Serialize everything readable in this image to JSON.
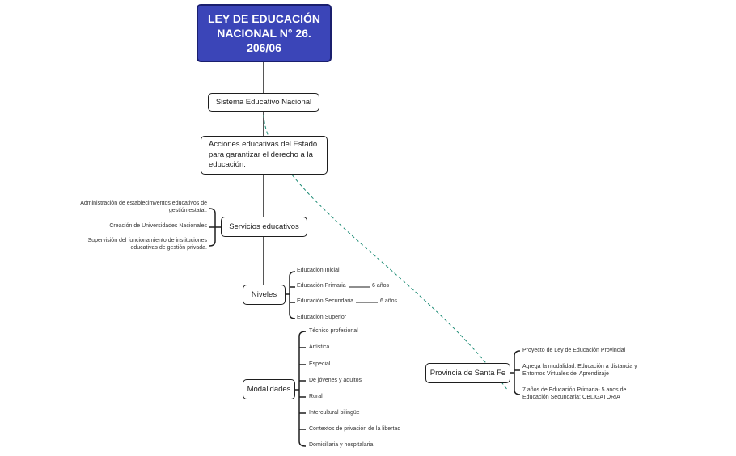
{
  "root": {
    "title": "LEY DE EDUCACIÓN NACIONAL N° 26. 206/06"
  },
  "sistema": {
    "label": "Sistema Educativo Nacional"
  },
  "acciones": {
    "label": "Acciones educativas del Estado para garantizar el derecho a la educación."
  },
  "servicios": {
    "label": "Servicios educativos",
    "items": [
      "Administración de establecimventos educativos de gestión estatal.",
      "Creación de Universidades Nacionales",
      "Supervisión del funcionamiento de instituciones educativas de gestión privada."
    ]
  },
  "niveles": {
    "label": "Niveles",
    "items": [
      "Educación Inicial",
      "Educación Primaria",
      "Educación Secundaria",
      "Educación Superior"
    ],
    "primaria_duracion": "6 años",
    "secundaria_duracion": "6 años"
  },
  "modalidades": {
    "label": "Modalidades",
    "items": [
      "Técnico profesional",
      "Artística",
      "Especial",
      "De jóvenes y adultos",
      "Rural",
      "Intercultural bilingüe",
      "Contextos de privación de la libertad",
      "Domiciliaria y hospitalaria"
    ]
  },
  "provincia": {
    "label": "Provincia de Santa Fe",
    "items": [
      "Proyecto de Ley de Educación Provincial",
      "Agrega la modalidad: Educación a distancia y Entornos Virtuales del Aprendizaje",
      "7 años de Educación Primaria- 5 anos de Educación Secundaria: OBLIGATORIA"
    ]
  },
  "colors": {
    "root_fill": "#3b45b8",
    "link_dashed": "#1a8a73",
    "line": "#1e1e1e"
  }
}
